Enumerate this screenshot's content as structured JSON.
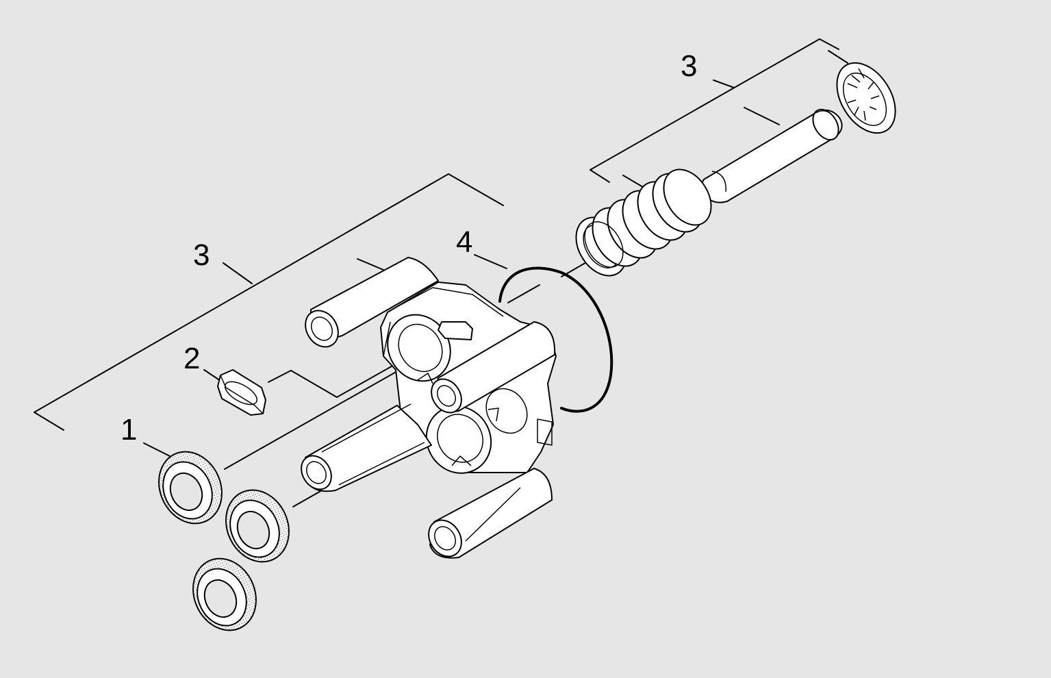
{
  "callouts": [
    {
      "id": "1",
      "text": "1"
    },
    {
      "id": "2",
      "text": "2"
    },
    {
      "id": "3a",
      "text": "3"
    },
    {
      "id": "3b",
      "text": "3"
    },
    {
      "id": "4",
      "text": "4"
    }
  ],
  "colors": {
    "background": "#e6e6e6",
    "line": "#000000",
    "part_fill": "#ffffff"
  }
}
